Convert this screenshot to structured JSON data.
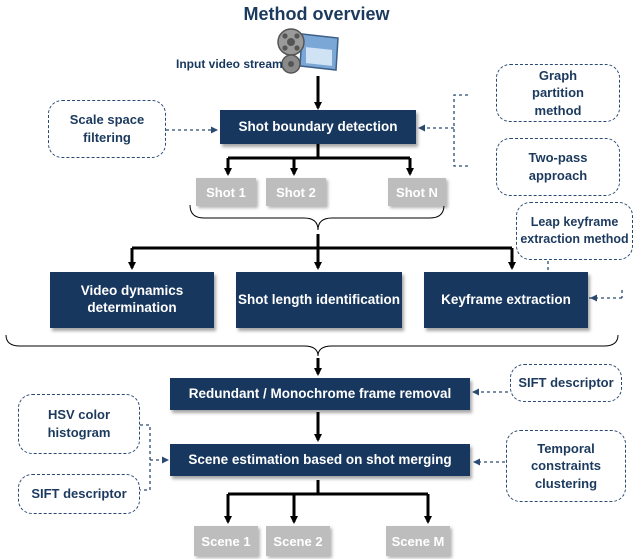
{
  "title": "Method overview",
  "input": {
    "label": "Input video stream",
    "icon": "film-reel-icon"
  },
  "main_boxes": {
    "shot_boundary": "Shot boundary detection",
    "video_dynamics": "Video dynamics determination",
    "shot_length": "Shot length identification",
    "keyframe": "Keyframe extraction",
    "redundant": "Redundant / Monochrome frame removal",
    "scene_estimation": "Scene estimation based on shot merging"
  },
  "shots": [
    "Shot 1",
    "Shot 2",
    "Shot N"
  ],
  "scenes": [
    "Scene 1",
    "Scene 2",
    "Scene M"
  ],
  "notes": {
    "scale_space": "Scale space filtering",
    "graph_partition": "Graph partition method",
    "two_pass": "Two-pass approach",
    "leap_keyframe": "Leap keyframe extraction method",
    "sift_top": "SIFT descriptor",
    "hsv": "HSV color histogram",
    "sift_bottom": "SIFT descriptor",
    "temporal": "Temporal constraints clustering"
  },
  "colors": {
    "navy": "#17375e",
    "gray_box": "#bdbdbd",
    "arrow": "#000000",
    "dashed": "#2b4a72"
  }
}
